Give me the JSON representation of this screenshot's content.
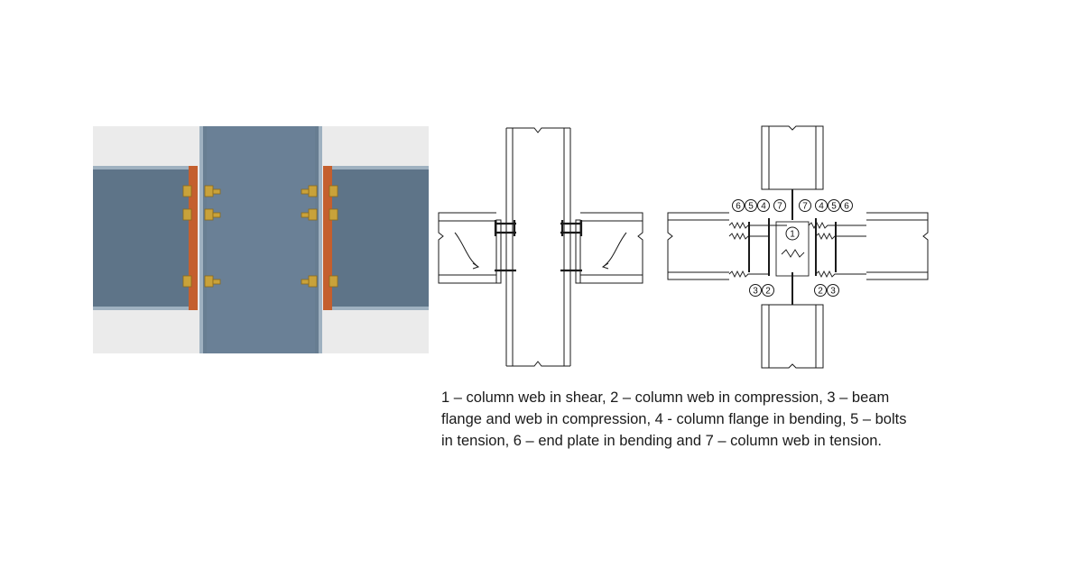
{
  "caption": {
    "lines": [
      "1 – column web in shear, 2 – column web in compression, 3 – beam",
      "flange and web in compression, 4 - column flange in bending, 5 – bolts",
      "in tension, 6 – end plate in bending and 7 – column web in tension."
    ]
  },
  "component_labels": {
    "top_row": [
      "6",
      "5",
      "4",
      "7",
      "7",
      "4",
      "5",
      "6"
    ],
    "center": "1",
    "bottom_left": [
      "3",
      "2"
    ],
    "bottom_right": [
      "2",
      "3"
    ]
  },
  "colors": {
    "steel": "#5e7488",
    "end_plate": "#c45f2e",
    "bolt": "#c9a23a",
    "line": "#1a1a1a"
  }
}
